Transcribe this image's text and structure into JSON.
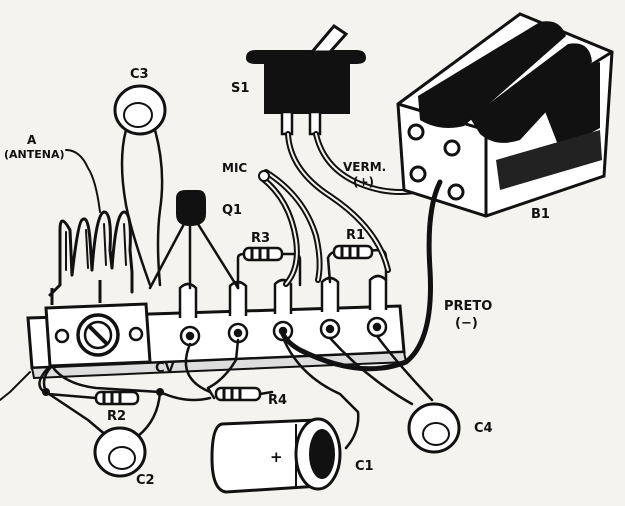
{
  "diagram": {
    "labels": {
      "s1": "S1",
      "c3": "C3",
      "antenna_a": "A",
      "antenna_word": "(ANTENA)",
      "mic": "MIC",
      "verm": "VERM.",
      "plus": "(+)",
      "q1": "Q1",
      "r3": "R3",
      "r1": "R1",
      "b1": "B1",
      "preto": "PRETO",
      "minus": "(−)",
      "cv": "CV",
      "r2": "R2",
      "r4": "R4",
      "c1_polarity": "+",
      "c1": "C1",
      "c2": "C2",
      "c4": "C4"
    }
  }
}
